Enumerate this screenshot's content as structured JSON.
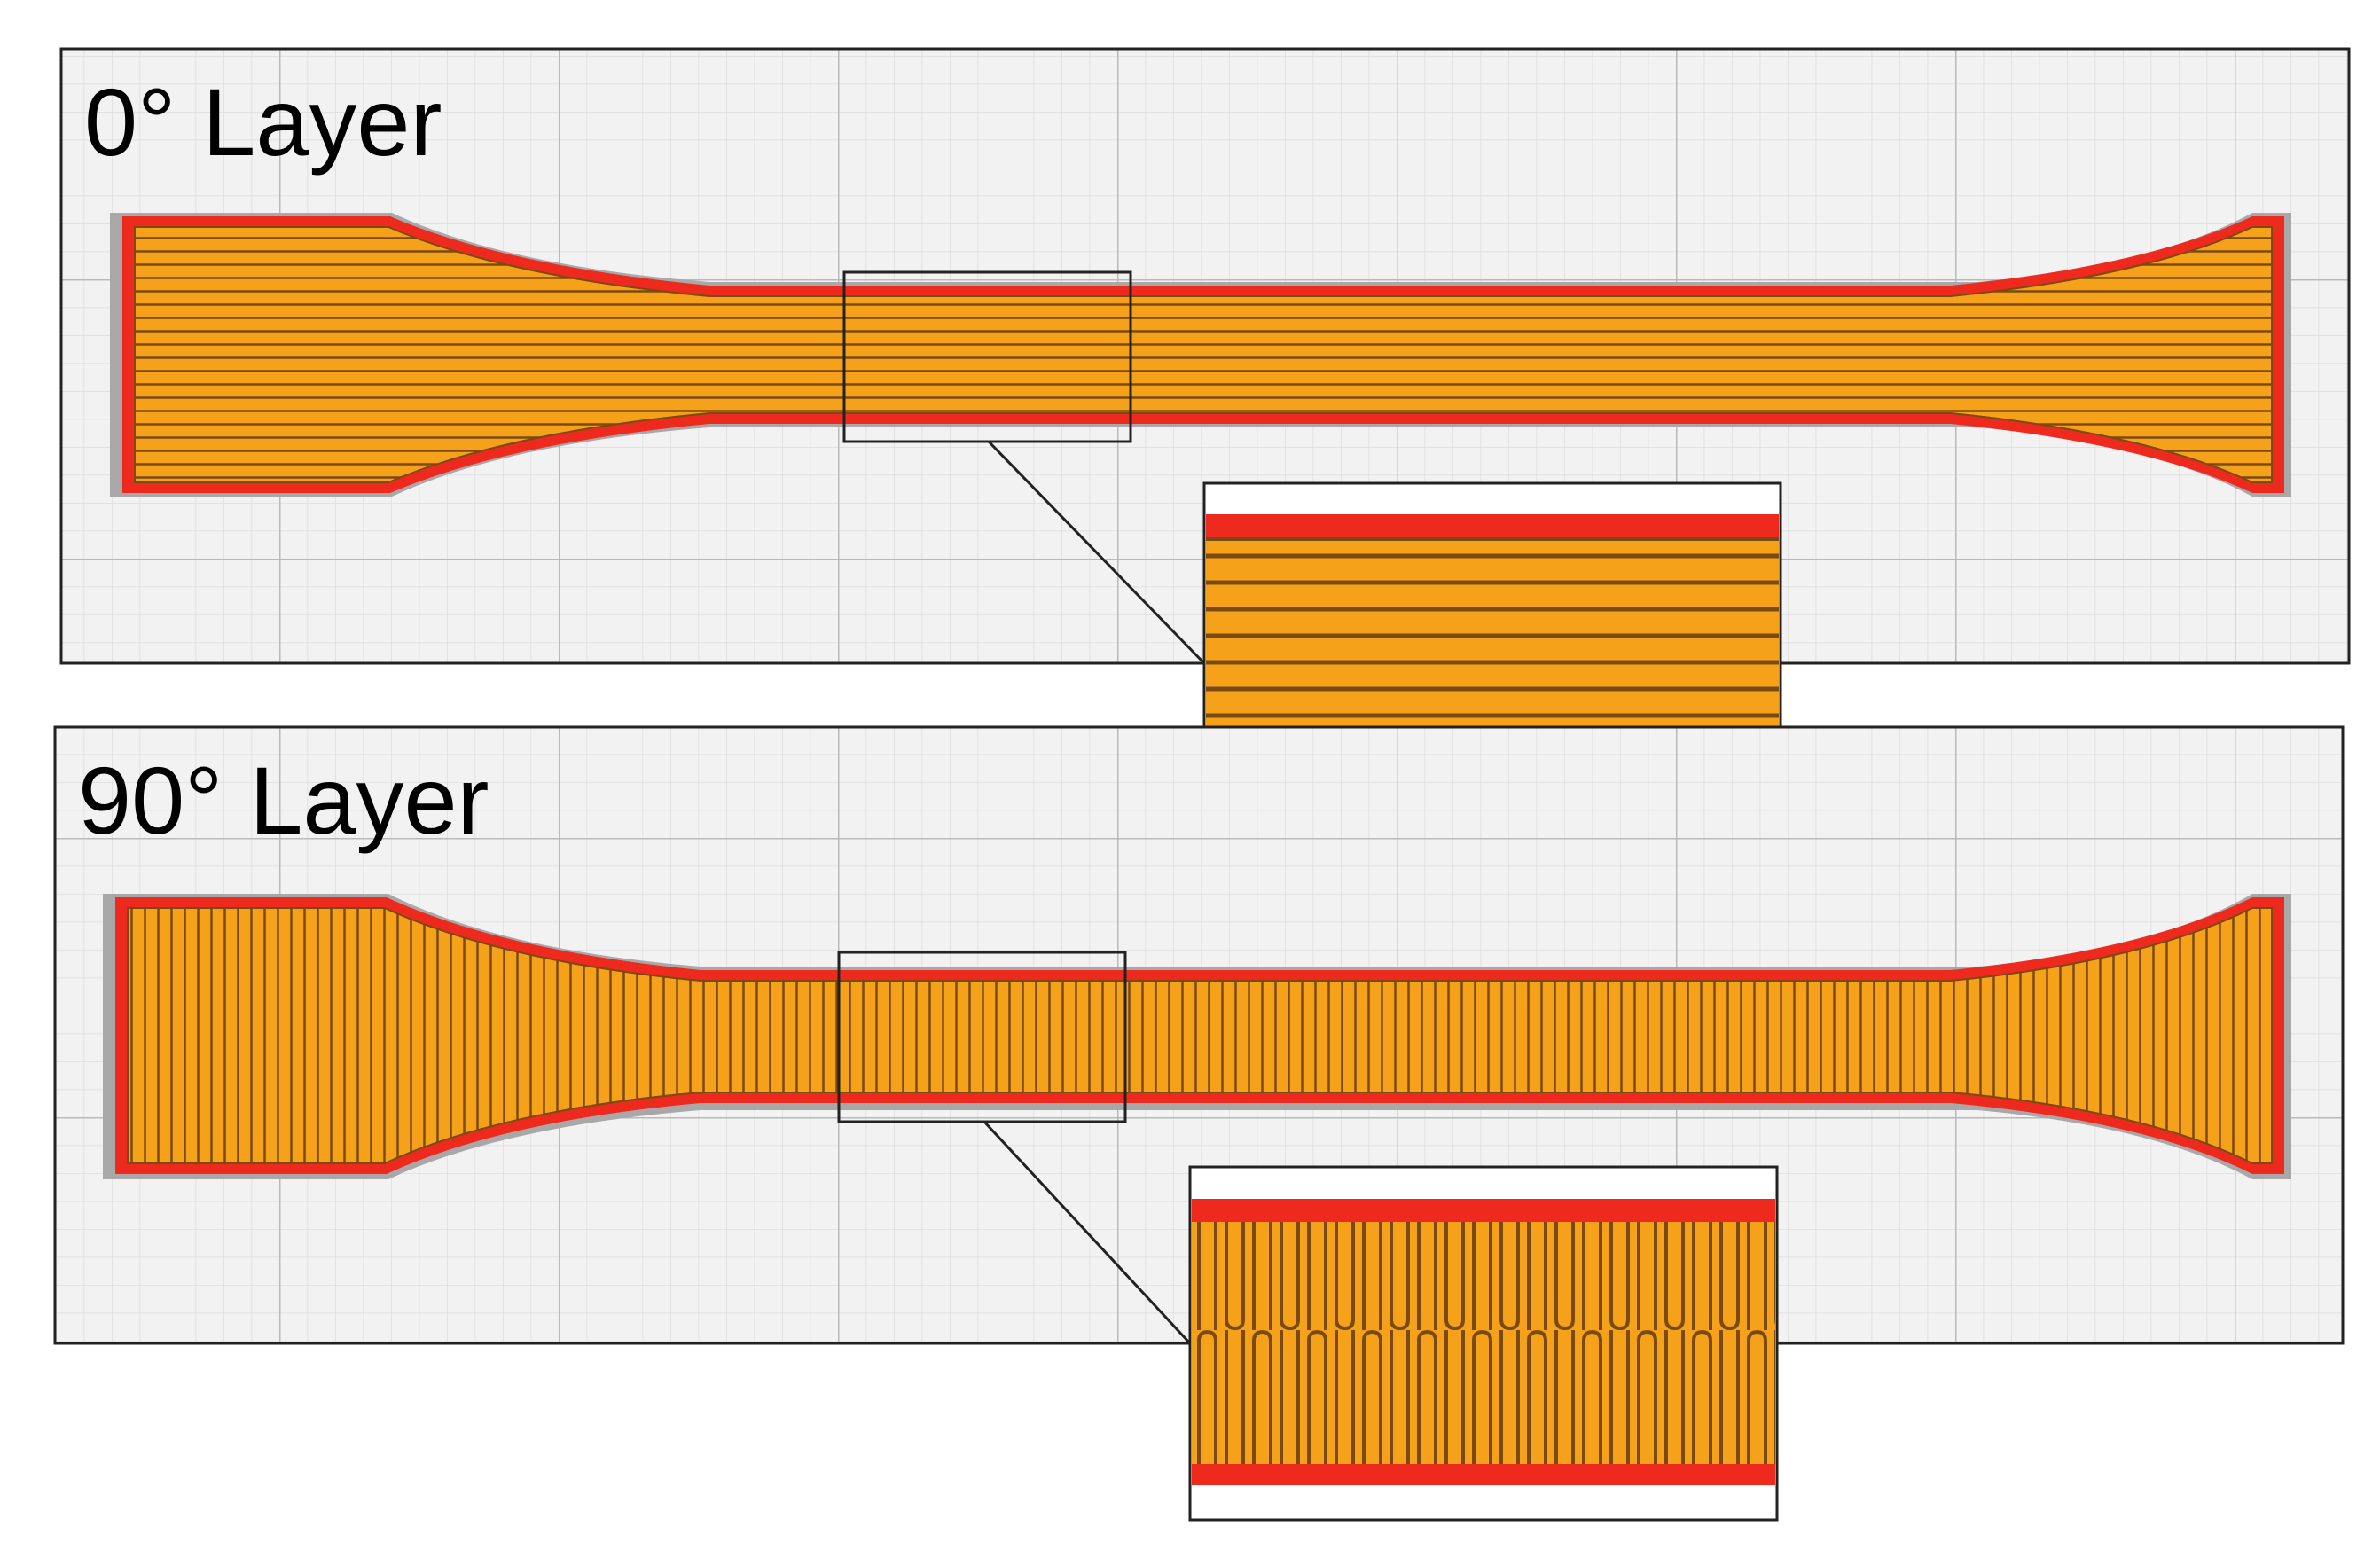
{
  "panels": {
    "top": {
      "title": "0° Layer",
      "infill_orientation": "0°",
      "infill_direction": "horizontal"
    },
    "bottom": {
      "title": "90° Layer",
      "infill_orientation": "90°",
      "infill_direction": "vertical"
    }
  },
  "colors": {
    "perimeter": "#ee2a1f",
    "infill": "#f6a11a",
    "infill_line": "#7a4a10",
    "plate": "#f2f2f2",
    "grid_minor": "#dcdcdc",
    "grid_major": "#b9b9b9",
    "shadow": "#a8a8a8",
    "frame": "#222222"
  },
  "specimen_shape": "dog-bone"
}
